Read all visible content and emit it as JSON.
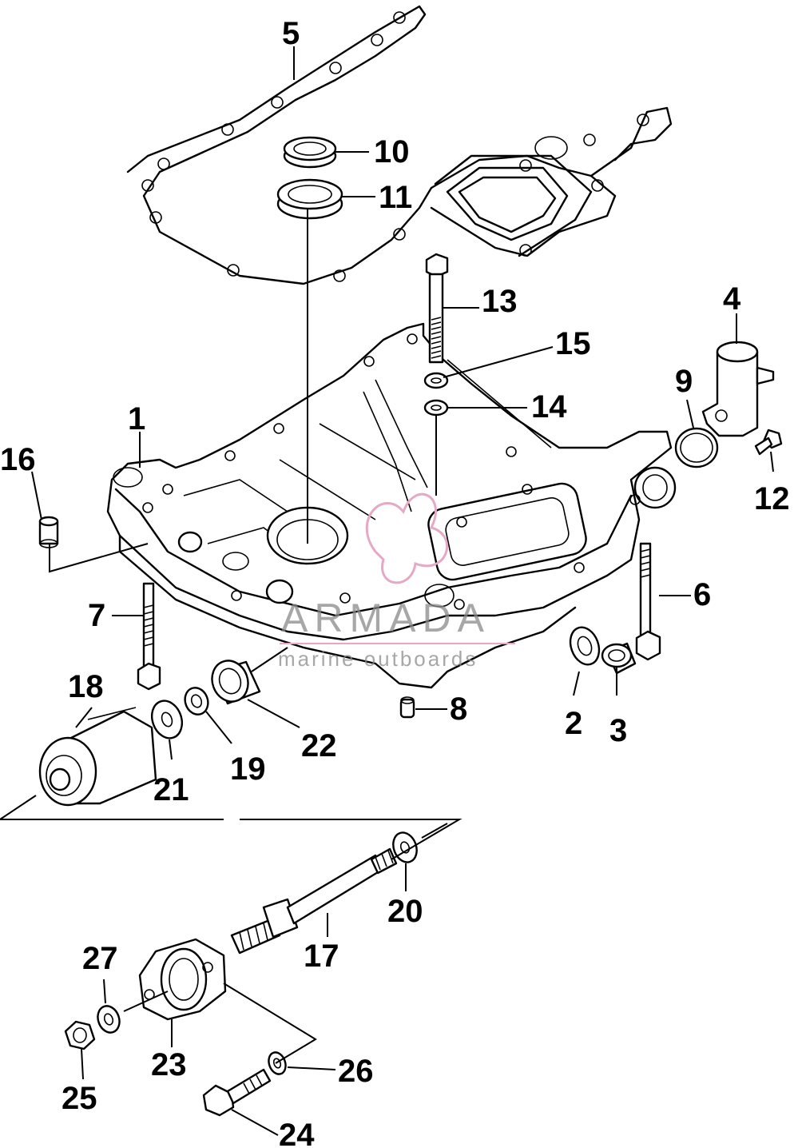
{
  "diagram": {
    "callouts": {
      "c1": "1",
      "c2": "2",
      "c3": "3",
      "c4": "4",
      "c5": "5",
      "c6": "6",
      "c7": "7",
      "c8": "8",
      "c9": "9",
      "c10": "10",
      "c11": "11",
      "c12": "12",
      "c13": "13",
      "c14": "14",
      "c15": "15",
      "c16": "16",
      "c17": "17",
      "c18": "18",
      "c19": "19",
      "c20": "20",
      "c21": "21",
      "c22": "22",
      "c23": "23",
      "c24": "24",
      "c25": "25",
      "c26": "26",
      "c27": "27"
    }
  },
  "watermark": {
    "brand": "ARMADA",
    "tagline": "marine outboards",
    "accent_color": "#e5a9c6"
  },
  "colors": {
    "line": "#000000",
    "background": "#ffffff"
  }
}
